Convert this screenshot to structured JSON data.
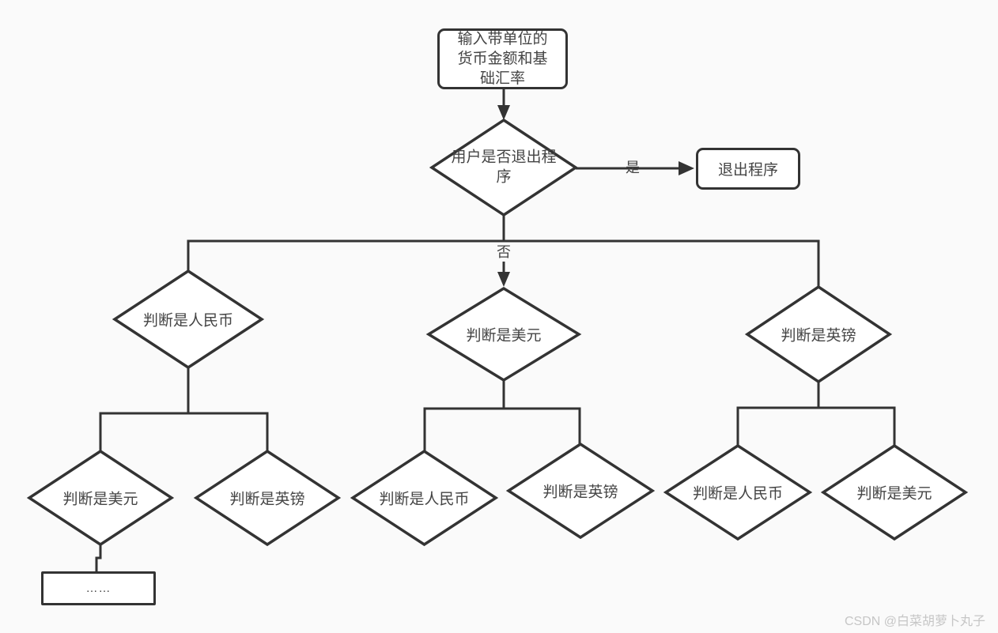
{
  "nodes": {
    "start": {
      "label": "输入带单位的货币金额和基础汇率"
    },
    "exit_decision": {
      "label": "用户是否退出程序"
    },
    "exit": {
      "label": "退出程序"
    },
    "check_rmb": {
      "label": "判断是人民币"
    },
    "check_usd": {
      "label": "判断是美元"
    },
    "check_gbp": {
      "label": "判断是英镑"
    },
    "rmb_check_usd": {
      "label": "判断是美元"
    },
    "rmb_check_gbp": {
      "label": "判断是英镑"
    },
    "usd_check_rmb": {
      "label": "判断是人民币"
    },
    "usd_check_gbp": {
      "label": "判断是英镑"
    },
    "gbp_check_rmb": {
      "label": "判断是人民币"
    },
    "gbp_check_usd": {
      "label": "判断是美元"
    },
    "ellipsis": {
      "label": "……"
    }
  },
  "edges": {
    "yes_label": "是",
    "no_label": "否"
  },
  "watermark": "CSDN @白菜胡萝卜丸子",
  "colors": {
    "line": "#333333",
    "fill": "#ffffff",
    "background": "#fafafa",
    "text": "#444444",
    "watermark": "#c6c6c6"
  }
}
